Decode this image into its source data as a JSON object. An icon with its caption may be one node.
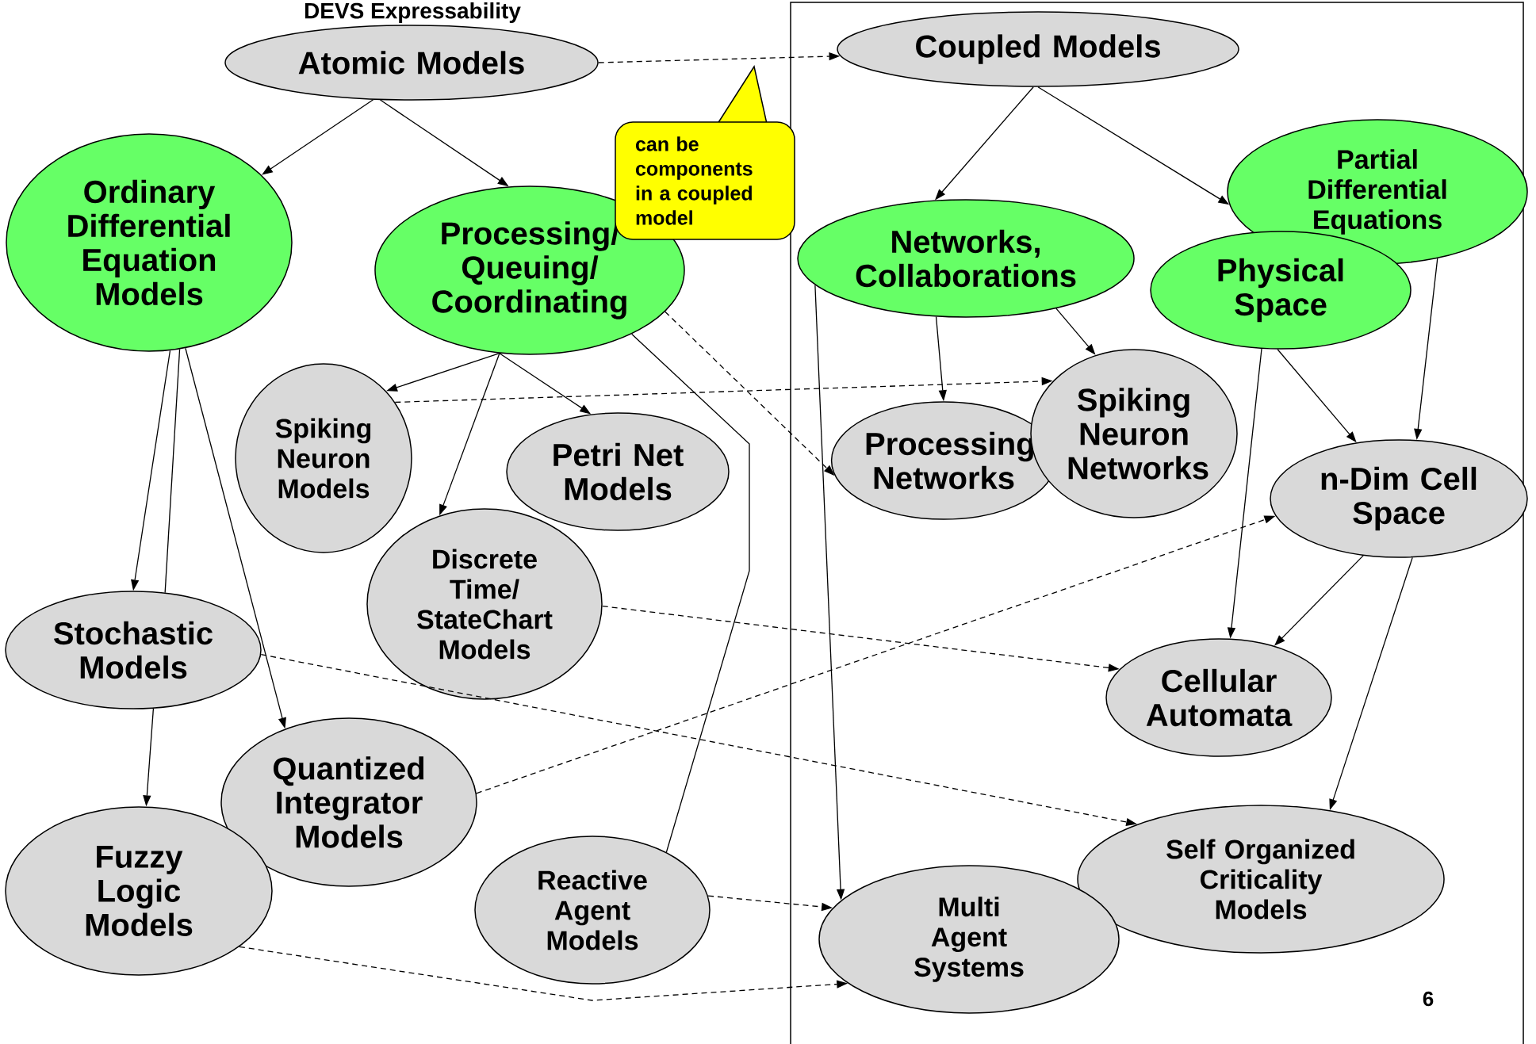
{
  "diagram": {
    "title": "DEVS Expressability",
    "nodes": [
      {
        "text": [
          "Atomic Models"
        ]
      },
      {
        "text": [
          "Coupled Models"
        ]
      },
      {
        "text": [
          "Ordinary Differential Equation Models"
        ]
      },
      {
        "text": [
          "Processing/ Queuing/ Coordinating"
        ]
      },
      {
        "text": [
          "can be components in a coupled model"
        ]
      },
      {
        "text": [
          "Networks, Collaborations"
        ]
      },
      {
        "text": [
          "Partial Differential Equations"
        ]
      },
      {
        "text": [
          "Physical Space"
        ]
      },
      {
        "text": [
          "Spiking Neuron Models"
        ]
      },
      {
        "text": [
          "Petri Net Models"
        ]
      },
      {
        "text": [
          "Processing Networks"
        ]
      },
      {
        "text": [
          "Spiking Neuron Networks"
        ]
      },
      {
        "text": [
          "n-Dim Cell Space"
        ]
      },
      {
        "text": [
          "Discrete Time/ StateChart Models"
        ]
      },
      {
        "text": [
          "Stochastic Models"
        ]
      },
      {
        "text": [
          "Cellular Automata"
        ]
      },
      {
        "text": [
          "Quantized Integrator Models"
        ]
      },
      {
        "text": [
          "Fuzzy Logic Models"
        ]
      },
      {
        "text": [
          "Reactive Agent Models"
        ]
      },
      {
        "text": [
          "Self Organized Criticality Models"
        ]
      },
      {
        "text": [
          "Multi Agent Systems"
        ]
      }
    ],
    "edges": [
      {
        "from": 0,
        "to": 1,
        "arrow": "to",
        "style": "dashed"
      },
      {
        "from": 0,
        "to": 2,
        "arrow": "to"
      },
      {
        "from": 0,
        "to": 3,
        "arrow": "to"
      },
      {
        "from": 1,
        "to": 5,
        "arrow": "to"
      },
      {
        "from": 1,
        "to": 6,
        "arrow": "to"
      },
      {
        "from": 2,
        "to": 14,
        "arrow": "to"
      },
      {
        "from": 2,
        "to": 14,
        "arrow": "none"
      },
      {
        "from": 2,
        "to": 16,
        "arrow": "to"
      },
      {
        "from": 3,
        "to": 8,
        "arrow": "to"
      },
      {
        "from": 3,
        "to": 13,
        "arrow": "to"
      },
      {
        "from": 3,
        "to": 9,
        "arrow": "to"
      },
      {
        "from": 3,
        "to": 18,
        "arrow": "none"
      },
      {
        "from": 3,
        "to": 10,
        "arrow": "to",
        "style": "dashed"
      },
      {
        "from": 8,
        "to": 11,
        "arrow": "to",
        "style": "dashed"
      },
      {
        "from": 5,
        "to": 10,
        "arrow": "to"
      },
      {
        "from": 5,
        "to": 11,
        "arrow": "to"
      },
      {
        "from": 5,
        "to": 20,
        "arrow": "to"
      },
      {
        "from": 6,
        "to": 12,
        "arrow": "to"
      },
      {
        "from": 7,
        "to": 12,
        "arrow": "to"
      },
      {
        "from": 7,
        "to": 15,
        "arrow": "to"
      },
      {
        "from": 12,
        "to": 15,
        "arrow": "to"
      },
      {
        "from": 12,
        "to": 19,
        "arrow": "to"
      },
      {
        "from": 13,
        "to": 15,
        "arrow": "to",
        "style": "dashed"
      },
      {
        "from": 14,
        "to": 17,
        "arrow": "to"
      },
      {
        "from": 14,
        "to": 19,
        "arrow": "to",
        "style": "dashed"
      },
      {
        "from": 16,
        "to": 12,
        "arrow": "to",
        "style": "dashed"
      },
      {
        "from": 17,
        "to": 20,
        "arrow": "to",
        "style": "dashed"
      },
      {
        "from": 18,
        "to": 20,
        "arrow": "to",
        "style": "dashed"
      }
    ],
    "labels": [
      "6"
    ]
  }
}
